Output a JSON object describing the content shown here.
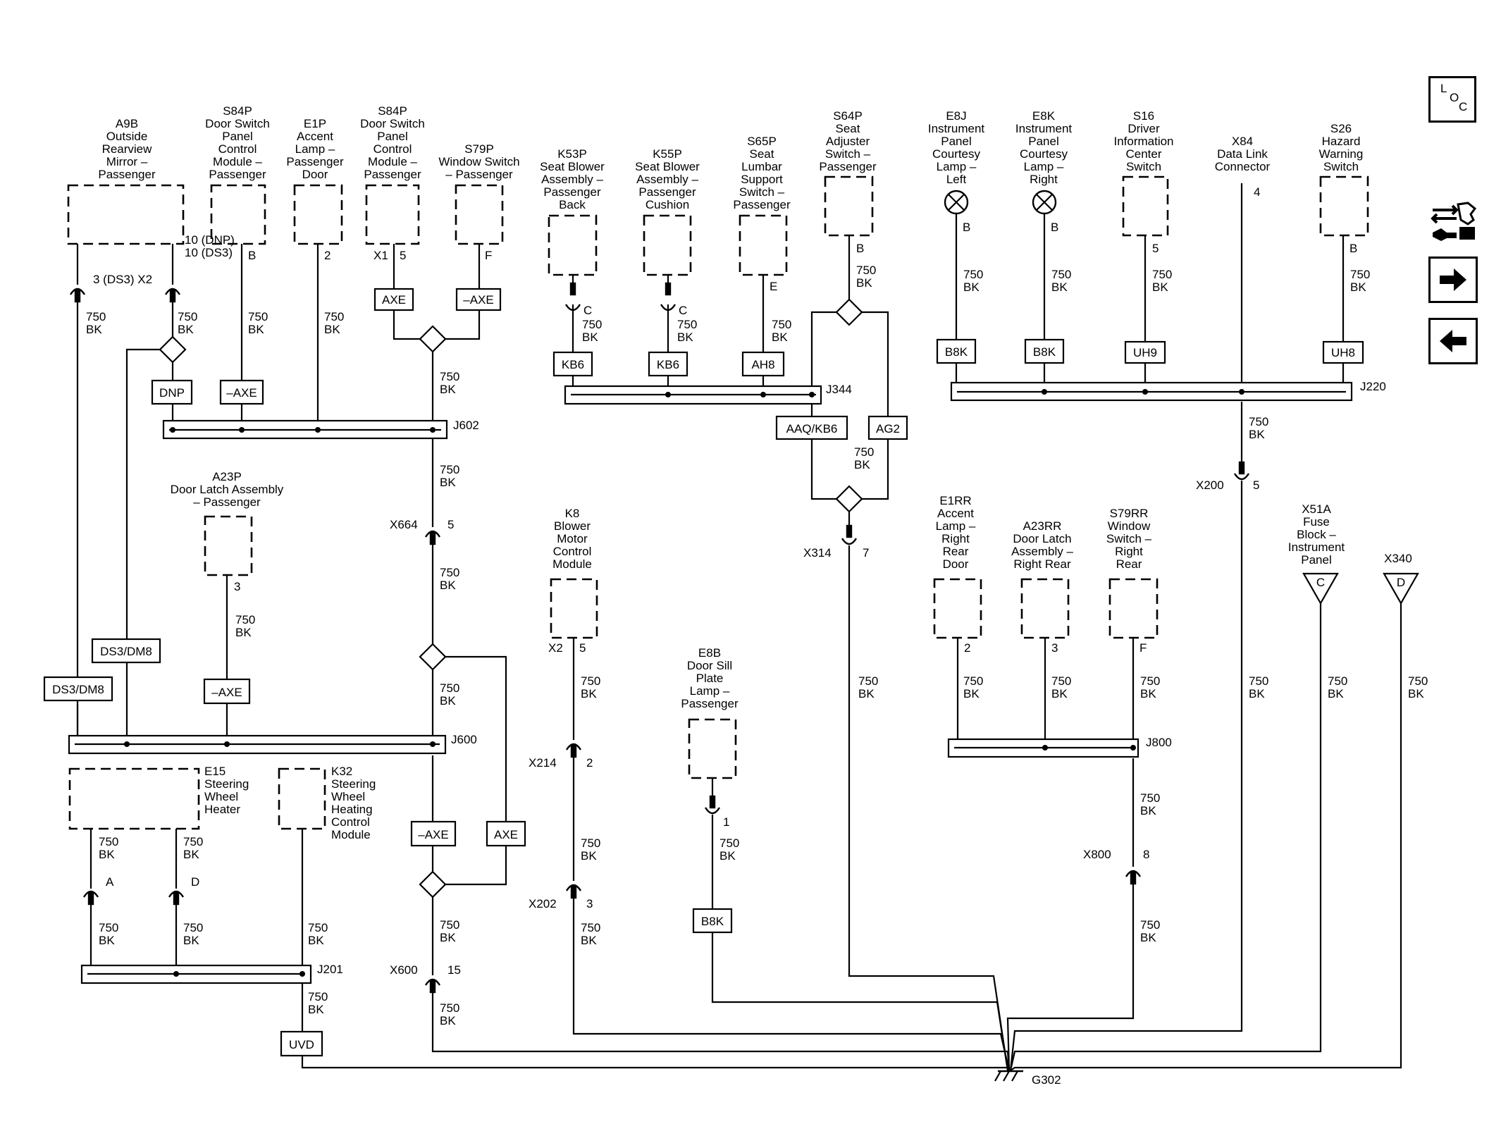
{
  "components": [
    {
      "id": "A9B",
      "name": "A9B",
      "lines": [
        "A9B",
        "Outside",
        "Rearview",
        "Mirror –",
        "Passenger"
      ]
    },
    {
      "id": "S84P-1",
      "lines": [
        "S84P",
        "Door Switch",
        "Panel",
        "Control",
        "Module –",
        "Passenger"
      ]
    },
    {
      "id": "E1P",
      "lines": [
        "E1P",
        "Accent",
        "Lamp –",
        "Passenger",
        "Door"
      ]
    },
    {
      "id": "S84P-2",
      "lines": [
        "S84P",
        "Door Switch",
        "Panel",
        "Control",
        "Module –",
        "Passenger"
      ]
    },
    {
      "id": "S79P",
      "lines": [
        "S79P",
        "Window Switch",
        "– Passenger"
      ]
    },
    {
      "id": "K53P",
      "lines": [
        "K53P",
        "Seat Blower",
        "Assembly –",
        "Passenger",
        "Back"
      ]
    },
    {
      "id": "K55P",
      "lines": [
        "K55P",
        "Seat Blower",
        "Assembly –",
        "Passenger",
        "Cushion"
      ]
    },
    {
      "id": "S65P",
      "lines": [
        "S65P",
        "Seat",
        "Lumbar",
        "Support",
        "Switch –",
        "Passenger"
      ]
    },
    {
      "id": "S64P",
      "lines": [
        "S64P",
        "Seat",
        "Adjuster",
        "Switch –",
        "Passenger"
      ]
    },
    {
      "id": "E8J",
      "lines": [
        "E8J",
        "Instrument",
        "Panel",
        "Courtesy",
        "Lamp –",
        "Left"
      ]
    },
    {
      "id": "E8K",
      "lines": [
        "E8K",
        "Instrument",
        "Panel",
        "Courtesy",
        "Lamp –",
        "Right"
      ]
    },
    {
      "id": "S16",
      "lines": [
        "S16",
        "Driver",
        "Information",
        "Center",
        "Switch"
      ]
    },
    {
      "id": "X84",
      "lines": [
        "X84",
        "Data Link",
        "Connector"
      ]
    },
    {
      "id": "S26",
      "lines": [
        "S26",
        "Hazard",
        "Warning",
        "Switch"
      ]
    },
    {
      "id": "A23P",
      "lines": [
        "A23P",
        "Door Latch Assembly",
        "– Passenger"
      ]
    },
    {
      "id": "K8",
      "lines": [
        "K8",
        "Blower",
        "Motor",
        "Control",
        "Module"
      ]
    },
    {
      "id": "E1RR",
      "lines": [
        "E1RR",
        "Accent",
        "Lamp –",
        "Right",
        "Rear",
        "Door"
      ]
    },
    {
      "id": "A23RR",
      "lines": [
        "A23RR",
        "Door Latch",
        "Assembly –",
        "Right Rear"
      ]
    },
    {
      "id": "S79RR",
      "lines": [
        "S79RR",
        "Window",
        "Switch –",
        "Right",
        "Rear"
      ]
    },
    {
      "id": "X51A",
      "lines": [
        "X51A",
        "Fuse",
        "Block –",
        "Instrument",
        "Panel"
      ]
    },
    {
      "id": "X340",
      "lines": [
        "X340"
      ]
    },
    {
      "id": "E8B",
      "lines": [
        "E8B",
        "Door Sill",
        "Plate",
        "Lamp –",
        "Passenger"
      ]
    },
    {
      "id": "E15",
      "lines": [
        "E15",
        "Steering",
        "Wheel",
        "Heater"
      ]
    },
    {
      "id": "K32",
      "lines": [
        "K32",
        "Steering",
        "Wheel",
        "Heating",
        "Control",
        "Module"
      ]
    }
  ],
  "pins": {
    "a9b_pin": "3 (DS3) X2",
    "s84p1_pin_a": "10 (DNP)",
    "s84p1_pin_b": "10 (DS3)",
    "s84p1_pin_c": "B",
    "e1p_pin": "2",
    "s84p2_pin_a": "X1",
    "s84p2_pin_b": "5",
    "s79p_pin": "F",
    "k53p_pin": "C",
    "k55p_pin": "C",
    "s65p_pin": "E",
    "s64p_pin": "B",
    "e8j_pin": "B",
    "e8k_pin": "B",
    "s16_pin": "5",
    "x84_pin": "4",
    "s26_pin": "B",
    "a23p_pin": "3",
    "k8_pin_a": "X2",
    "k8_pin_b": "5",
    "e1rr_pin": "2",
    "a23rr_pin": "3",
    "s79rr_pin": "F",
    "x51a_pin": "C",
    "x340_pin": "D",
    "e8b_pin": "1",
    "e15_pin_a": "A",
    "e15_pin_d": "D"
  },
  "wire": {
    "size": "750",
    "color": "BK"
  },
  "option_tags": [
    "DNP",
    "–AXE",
    "AXE",
    "–AXE",
    "KB6",
    "KB6",
    "AH8",
    "AAQ/KB6",
    "AG2",
    "B8K",
    "B8K",
    "UH9",
    "UH8",
    "DS3/DM8",
    "DS3/DM8",
    "–AXE",
    "–AXE",
    "AXE",
    "B8K",
    "UVD"
  ],
  "splices": [
    "J602",
    "J344",
    "J220",
    "J600",
    "J800",
    "J201"
  ],
  "inline_connectors": [
    {
      "name": "X664",
      "pin": "5"
    },
    {
      "name": "X314",
      "pin": "7"
    },
    {
      "name": "X200",
      "pin": "5"
    },
    {
      "name": "X214",
      "pin": "2"
    },
    {
      "name": "X202",
      "pin": "3"
    },
    {
      "name": "X800",
      "pin": "8"
    },
    {
      "name": "X600",
      "pin": "15"
    }
  ],
  "ground": "G302",
  "nav": {
    "loc_letters": [
      "L",
      "O",
      "C"
    ],
    "loc_icon": "loc-icon",
    "harness_icon": "harness-route-icon",
    "next_icon": "arrow-right-icon",
    "prev_icon": "arrow-left-icon"
  }
}
